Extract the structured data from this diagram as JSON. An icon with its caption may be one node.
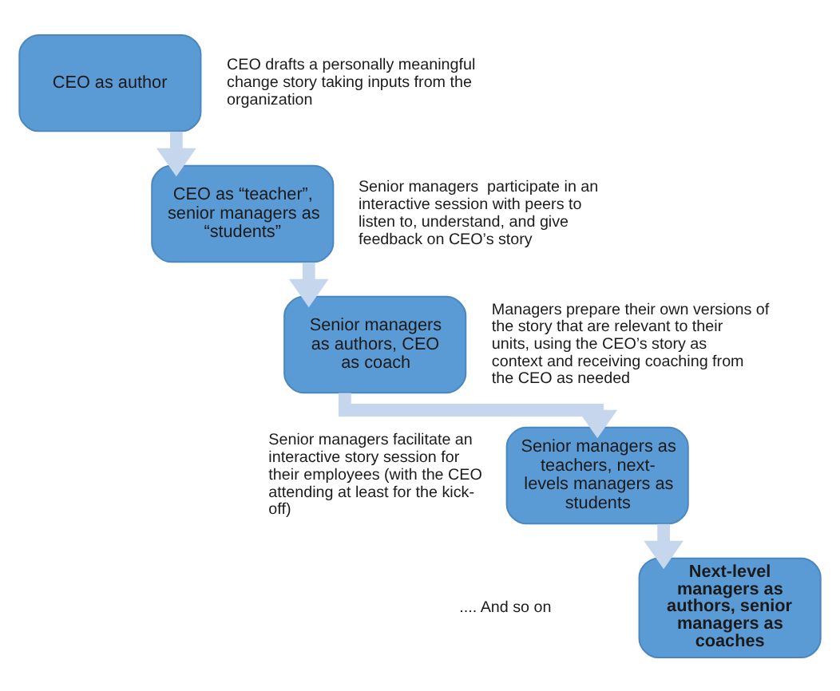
{
  "diagram": {
    "nodes": [
      {
        "text": [
          "CEO as author"
        ],
        "beside": [
          "CEO drafts a personally meaningful change story taking inputs from the organization"
        ]
      },
      {
        "text": [
          "CEO as “teacher”, senior managers as “students”"
        ],
        "beside": [
          "Senior managers  participate in an interactive session with peers to listen to, understand, and give feedback on CEO’s story"
        ]
      },
      {
        "text": [
          "Senior managers as authors, CEO as coach"
        ],
        "beside": [
          "Managers prepare their own versions of the story that are relevant to their units, using the CEO’s story as context and receiving coaching from the CEO as needed"
        ]
      },
      {
        "text": [
          "Senior managers as teachers, next-levels managers as students"
        ],
        "beside": [
          "Senior managers facilitate an interactive story session for their employees (with the CEO attending at least for the kick-off)"
        ]
      },
      {
        "text": [
          "Next-level managers as authors, senior managers as coaches"
        ]
      }
    ],
    "edges": [
      {
        "from": 0,
        "to": 1,
        "arrow": "to"
      },
      {
        "from": 1,
        "to": 2,
        "arrow": "to"
      },
      {
        "from": 2,
        "to": 3,
        "arrow": "to"
      },
      {
        "from": 3,
        "to": 4,
        "arrow": "to"
      }
    ],
    "labels": [
      ".... And so on"
    ]
  }
}
